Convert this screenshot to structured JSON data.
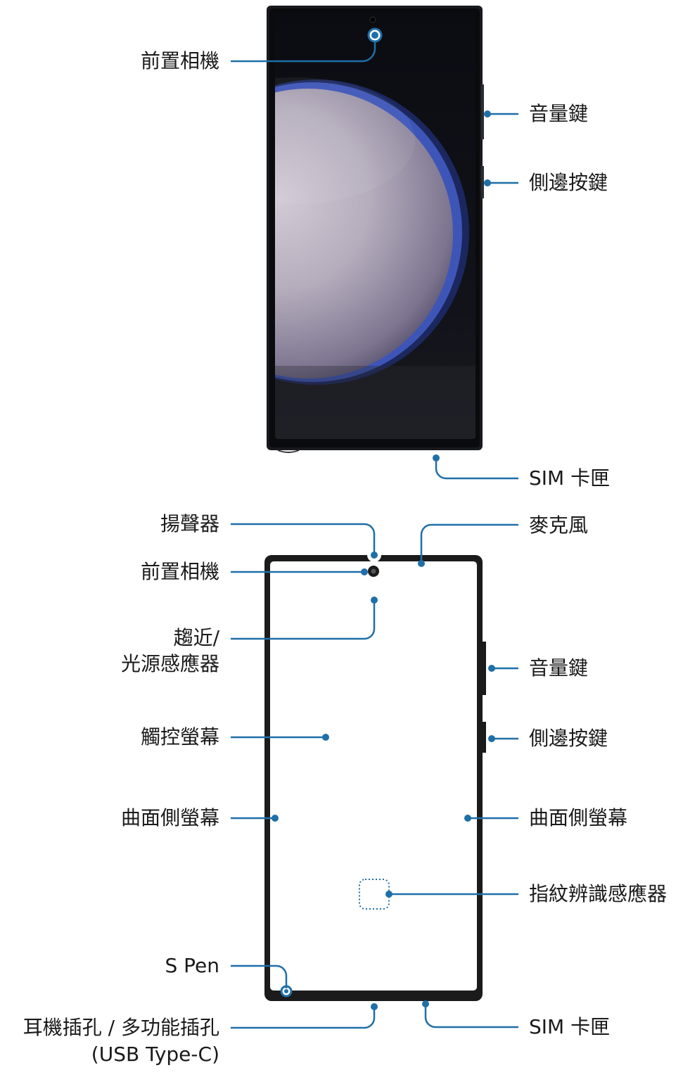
{
  "figure": {
    "phone_image": {
      "title": "Samsung Galaxy S23 Ultra front view",
      "screen_art": "wallpaper-sphere",
      "colors": {
        "body": "#16191d",
        "bezel": "#0a0b0d",
        "screen_dark": "#07080b",
        "sphere_light": "#c6bfcc",
        "sphere_rim": "#4c63c6"
      }
    },
    "callouts_top": {
      "front_camera": "前置相機",
      "volume_key": "音量鍵",
      "side_key": "側邊按鍵",
      "sim_tray": "SIM 卡匣"
    },
    "callouts_bottom": {
      "speaker": "揚聲器",
      "front_camera": "前置相機",
      "proximity_sensor_line1": "趨近/",
      "proximity_sensor_line2": "光源感應器",
      "touchscreen": "觸控螢幕",
      "edge_screen_left": "曲面側螢幕",
      "s_pen": "S Pen",
      "earphone_jack_line1": "耳機插孔 / 多功能插孔",
      "earphone_jack_line2": "(USB Type-C)",
      "microphone": "麥克風",
      "volume_key": "音量鍵",
      "side_key": "側邊按鍵",
      "edge_screen_right": "曲面側螢幕",
      "fingerprint_sensor": "指紋辨識感應器",
      "sim_tray": "SIM 卡匣"
    },
    "colors": {
      "leader": "#1f6fa8",
      "frame": "#1b1b1b",
      "text": "#1a1a1a"
    }
  }
}
